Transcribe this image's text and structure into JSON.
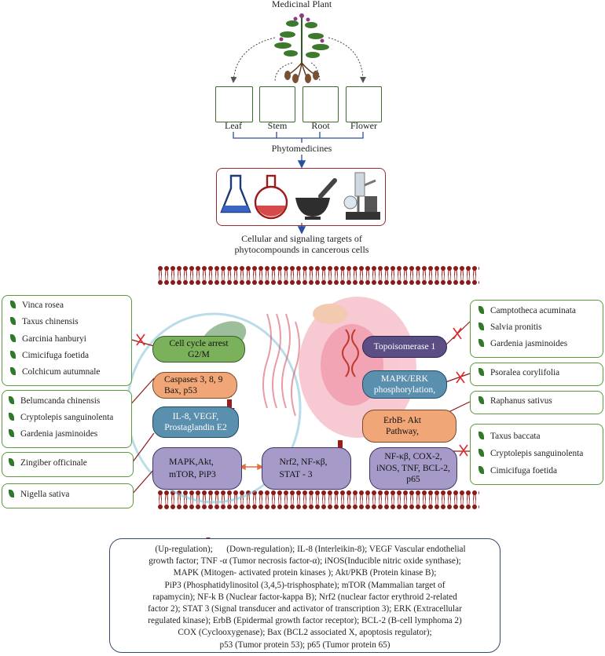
{
  "header": {
    "title": "Medicinal Plant",
    "parts": [
      "Leaf",
      "Stem",
      "Root",
      "Flower"
    ],
    "phytomedicines": "Phytomedicines",
    "targets_line1": "Cellular and signaling targets of",
    "targets_line2": "phytocompounds in cancerous cells"
  },
  "left_plants": {
    "group1": [
      "Vinca rosea",
      "Taxus chinensis",
      "Garcinia hanburyi",
      "Cimicifuga foetida",
      "Colchicum autumnale"
    ],
    "group2": [
      "Belumcanda chinensis",
      "Cryptolepis sanguinolenta",
      "Gardenia jasminoides"
    ],
    "group3": [
      "Zingiber officinale"
    ],
    "group4": [
      "Nigella sativa"
    ]
  },
  "right_plants": {
    "group1": [
      "Camptotheca acuminata",
      "Salvia pronitis",
      "Gardenia jasminoides"
    ],
    "group2": [
      "Psoralea corylifolia"
    ],
    "group3": [
      "Raphanus sativus"
    ],
    "group4": [
      "Taxus baccata",
      "Cryptolepis sanguinolenta",
      "Cimicifuga foetida"
    ]
  },
  "targets": {
    "cell_cycle": [
      "Cell cycle arrest",
      "G2/M"
    ],
    "caspases": [
      "Caspases 3, 8, 9",
      "Bax, p53"
    ],
    "il8": [
      "IL-8, VEGF,",
      "Prostaglandin E2"
    ],
    "mapk_akt": [
      "MAPK,Akt,",
      "mTOR, PiP3"
    ],
    "nrf2": [
      "Nrf2, NF-κβ,",
      "STAT - 3"
    ],
    "topo": [
      "Topoisomerase 1"
    ],
    "mapk_erk": [
      "MAPK/ERK",
      "phosphorylation,"
    ],
    "erbb": [
      "ErbB- Akt",
      "Pathway,"
    ],
    "nfkb": [
      "NF-κβ, COX-2,",
      "iNOS, TNF, BCL-2,",
      "p65"
    ]
  },
  "legend": {
    "lines": [
      "(Up-regulation); ",
      " (Down-regulation); IL-8 (Interleikin-8); VEGF Vascular endothelial",
      "growth factor; TNF -α (Tumor necrosis factor-α); iNOS(Inducible nitric oxide synthase);",
      "MAPK (Mitogen- activated protein kinases ); Akt/PKB (Protein kinase B);",
      "PiP3 (Phosphatidylinositol (3,4,5)-trisphosphate); mTOR (Mammalian target of",
      "rapamycin); NF-k B (Nuclear factor-kappa B); Nrf2 (nuclear factor erythroid 2-related",
      "factor 2); STAT 3 (Signal transducer and activator of transcription 3); ERK (Extracellular",
      "regulated kinase); ErbB (Epidermal growth factor receptor); BCL-2 (B-cell lymphoma 2)",
      "COX (Cyclooxygenase); Bax (BCL2 associated X, apoptosis regulator);",
      "p53 (Tumor protein 53); p65 (Tumor protein 65)"
    ]
  },
  "colors": {
    "membrane": "#8b1a1a",
    "arrow_blue": "#2b4f9e",
    "up": "#1f8a2a",
    "down": "#9b1b1b",
    "inhibit": "#e0262b",
    "plant_border": "#5b9a3c"
  }
}
